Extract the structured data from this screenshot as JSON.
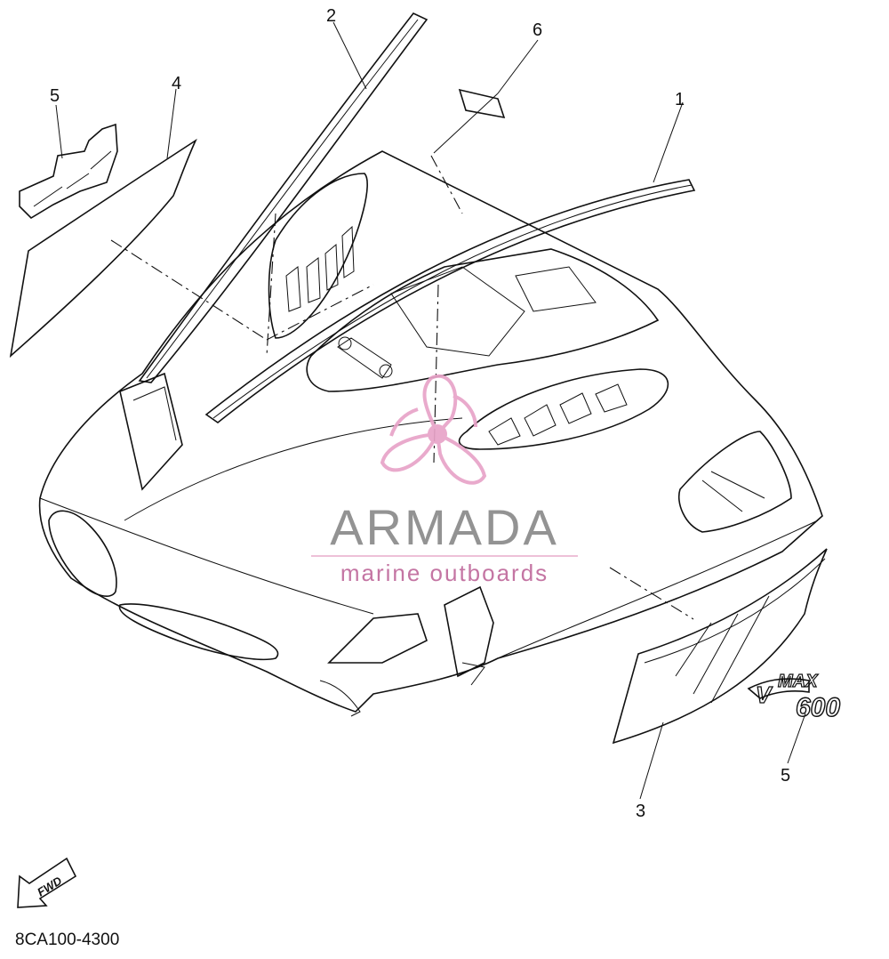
{
  "diagram": {
    "part_labels": [
      {
        "id": "1",
        "text": "1"
      },
      {
        "id": "2",
        "text": "2"
      },
      {
        "id": "3",
        "text": "3"
      },
      {
        "id": "4",
        "text": "4"
      },
      {
        "id": "5a",
        "text": "5"
      },
      {
        "id": "5b",
        "text": "5"
      },
      {
        "id": "6",
        "text": "6"
      }
    ],
    "decal_text": {
      "brand": "V",
      "model_word": "MAX",
      "model_number": "600"
    },
    "fwd_label": "FWD",
    "drawing_code": "8CA100-4300"
  },
  "watermark": {
    "title": "ARMADA",
    "subtitle": "marine outboards",
    "logo_color": "#e8a3c8",
    "title_color": "#8a8a8a",
    "subtitle_color": "#c06a9c"
  }
}
